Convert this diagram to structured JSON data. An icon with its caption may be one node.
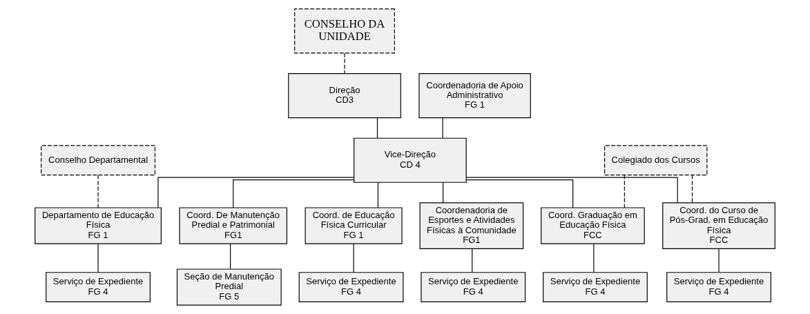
{
  "diagram": {
    "nodes": [
      {
        "text": [
          "CONSELHO DA UNIDADE"
        ]
      },
      {
        "text": [
          "Direção",
          "CD3"
        ]
      },
      {
        "text": [
          "Coordenadoria de Apoio Administrativo",
          "FG 1"
        ]
      },
      {
        "text": [
          "Conselho Departamental"
        ]
      },
      {
        "text": [
          "Vice-Direção",
          "CD 4"
        ]
      },
      {
        "text": [
          "Colegiado dos Cursos"
        ]
      },
      {
        "text": [
          "Coord. De Manutenção Predial e Patrimonial",
          "FG1"
        ]
      },
      {
        "text": [
          "Seção de Manutenção Predial",
          "FG 5"
        ]
      },
      {
        "text": [
          "Coord. de Educação Física Curricular",
          "FG 1"
        ]
      },
      {
        "text": [
          "Serviço de Expediente",
          "FG 4"
        ]
      },
      {
        "text": [
          "Departamento de Educação Física",
          "FG 1"
        ]
      },
      {
        "text": [
          "Serviço de Expediente",
          "FG 4"
        ]
      },
      {
        "text": [
          "Coordenadoria de Esportes e Atividades Físicas à Comunidade",
          "FG1"
        ]
      },
      {
        "text": [
          "Serviço de Expediente",
          "FG 4"
        ]
      },
      {
        "text": [
          "Coord. Graduação em Educação Física",
          "FCC"
        ]
      },
      {
        "text": [
          "Serviço de Expediente",
          "FG 4"
        ]
      },
      {
        "text": [
          "Coord. do Curso de Pós-Grad. em Educação Física",
          "FCC"
        ]
      },
      {
        "text": [
          "Serviço de Expediente",
          "FG 4"
        ]
      }
    ],
    "edges": [
      {
        "from": 0,
        "to": 1,
        "arrow": "none",
        "style": "dashed"
      },
      {
        "from": 1,
        "to": 4,
        "arrow": "none"
      },
      {
        "from": 4,
        "to": 2,
        "arrow": "none"
      },
      {
        "from": 4,
        "to": 6,
        "arrow": "none"
      },
      {
        "from": 4,
        "to": 8,
        "arrow": "none"
      },
      {
        "from": 4,
        "to": 10,
        "arrow": "none"
      },
      {
        "from": 4,
        "to": 12,
        "arrow": "none"
      },
      {
        "from": 4,
        "to": 14,
        "arrow": "none"
      },
      {
        "from": 4,
        "to": 16,
        "arrow": "none"
      },
      {
        "from": 3,
        "to": 10,
        "arrow": "none",
        "style": "dashed"
      },
      {
        "from": 5,
        "to": 14,
        "arrow": "none",
        "style": "dashed"
      },
      {
        "from": 5,
        "to": 16,
        "arrow": "none",
        "style": "dashed"
      },
      {
        "from": 6,
        "to": 7,
        "arrow": "none"
      },
      {
        "from": 8,
        "to": 9,
        "arrow": "none"
      },
      {
        "from": 10,
        "to": 11,
        "arrow": "none"
      },
      {
        "from": 12,
        "to": 13,
        "arrow": "none"
      },
      {
        "from": 14,
        "to": 15,
        "arrow": "none"
      },
      {
        "from": 16,
        "to": 17,
        "arrow": "none"
      }
    ]
  }
}
